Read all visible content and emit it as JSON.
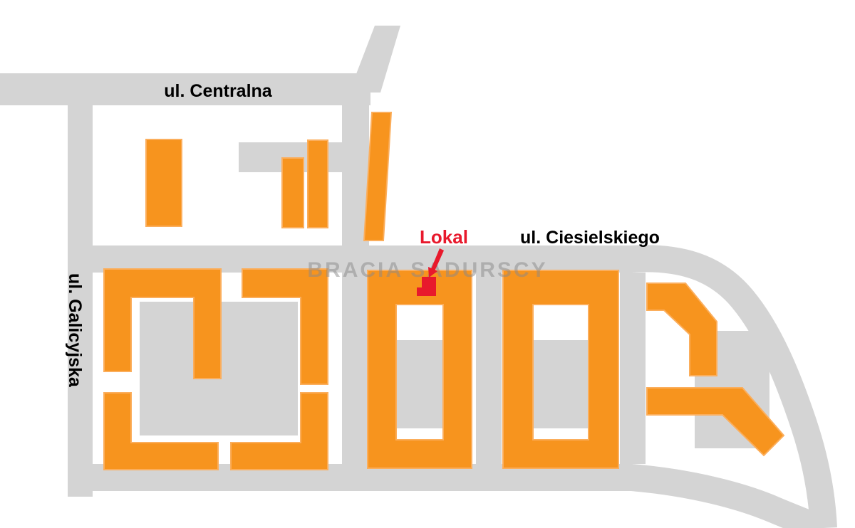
{
  "map": {
    "streets": {
      "top": "ul. Centralna",
      "left": "ul. Galicyjska",
      "right": "ul. Ciesielskiego"
    },
    "marker": {
      "label": "Lokal"
    },
    "watermark": "BRACIA SADURSCY",
    "colors": {
      "background": "#ffffff",
      "road": "#d4d4d4",
      "building": "#f7941e",
      "building_border": "#fbae5c",
      "marker": "#e8192c",
      "street_label": "#000000",
      "watermark": "#8a8a8a"
    }
  }
}
